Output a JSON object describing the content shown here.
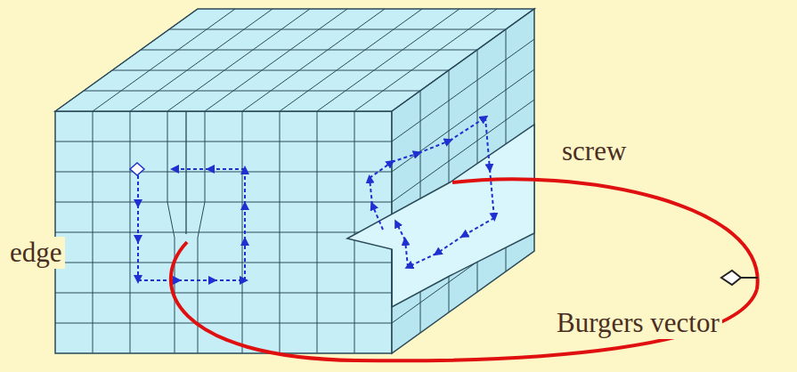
{
  "diagram": {
    "labels": [
      "edge",
      "screw",
      "Burgers vector"
    ]
  }
}
